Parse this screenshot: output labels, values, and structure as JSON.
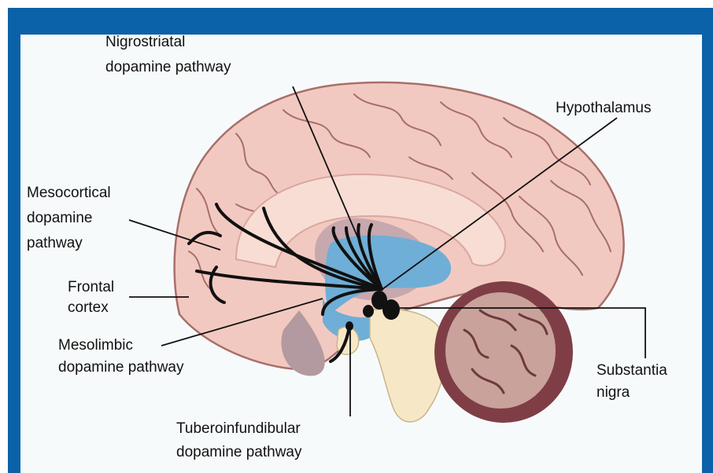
{
  "labels": {
    "nigrostriatal_line1": "Nigrostriatal",
    "nigrostriatal_line2": "dopamine pathway",
    "hypothalamus": "Hypothalamus",
    "mesocortical_line1": "Mesocortical",
    "mesocortical_line2": "dopamine",
    "mesocortical_line3": "pathway",
    "frontal_line1": "Frontal",
    "frontal_line2": "cortex",
    "mesolimbic_line1": "Mesolimbic",
    "mesolimbic_line2": "dopamine pathway",
    "substantia_line1": "Substantia",
    "substantia_line2": "nigra",
    "tubero_line1": "Tuberoinfundibular",
    "tubero_line2": "dopamine pathway"
  },
  "colors": {
    "frame": "#0b62a8",
    "cortex": "#f2c9c0",
    "cortex_fold": "#a86f6a",
    "corpus_callosum": "#f8ddd4",
    "thalamus_region": "#c7a8ae",
    "ventricle": "#6faed6",
    "brainstem": "#f6e8c6",
    "cerebellum": "#7f3e46",
    "pathway": "#111111"
  }
}
